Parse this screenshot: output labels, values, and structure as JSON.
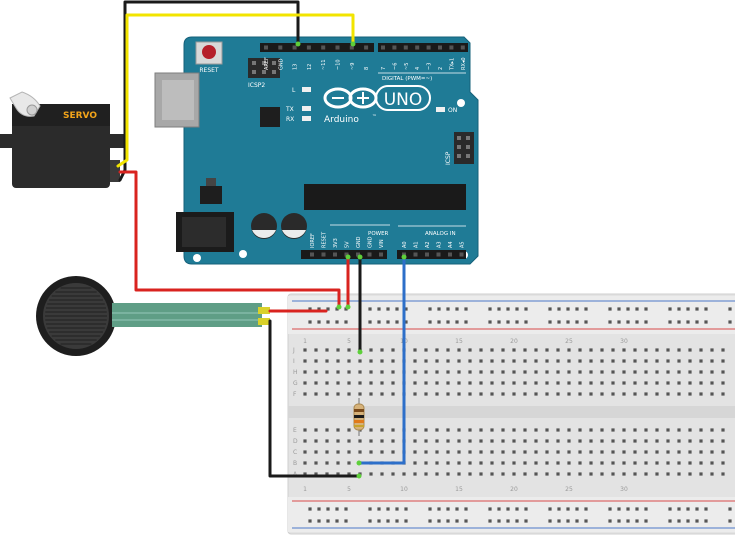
{
  "servo": {
    "label": "SERVO"
  },
  "arduino": {
    "reset_label": "RESET",
    "icsp2_label": "ICSP2",
    "icsp_label": "ICSP",
    "l_label": "L",
    "tx_label": "TX",
    "rx_label": "RX",
    "on_label": "ON",
    "uno_label": "UNO",
    "brand_label": "Arduino",
    "digital_label": "DIGITAL (PWM=~)",
    "power_label": "POWER",
    "analog_label": "ANALOG IN",
    "digital_pins": [
      "AREF",
      "GND",
      "13",
      "12",
      "~11",
      "~10",
      "~9",
      "8",
      "7",
      "~6",
      "~5",
      "4",
      "~3",
      "2",
      "TX▸1",
      "RX◂0"
    ],
    "power_pins": [
      "IOREF",
      "RESET",
      "3V3",
      "5V",
      "GND",
      "GND",
      "VIN"
    ],
    "analog_pins": [
      "A0",
      "A1",
      "A2",
      "A3",
      "A4",
      "A5"
    ]
  },
  "breadboard": {
    "column_numbers": [
      "1",
      "5",
      "10",
      "15",
      "20",
      "25",
      "30"
    ],
    "row_letters_top": [
      "J",
      "I",
      "H",
      "G",
      "F"
    ],
    "row_letters_bottom": [
      "E",
      "D",
      "C",
      "B",
      "A"
    ]
  },
  "colors": {
    "arduino_board": "#1f7b96",
    "wire_black": "#1a1a1a",
    "wire_yellow": "#f2e400",
    "wire_red": "#d9231f",
    "wire_blue": "#2d6fc9",
    "servo_body": "#2b2b2b",
    "servo_label": "#f2a41a",
    "fsr_lead": "#5f9e86"
  }
}
